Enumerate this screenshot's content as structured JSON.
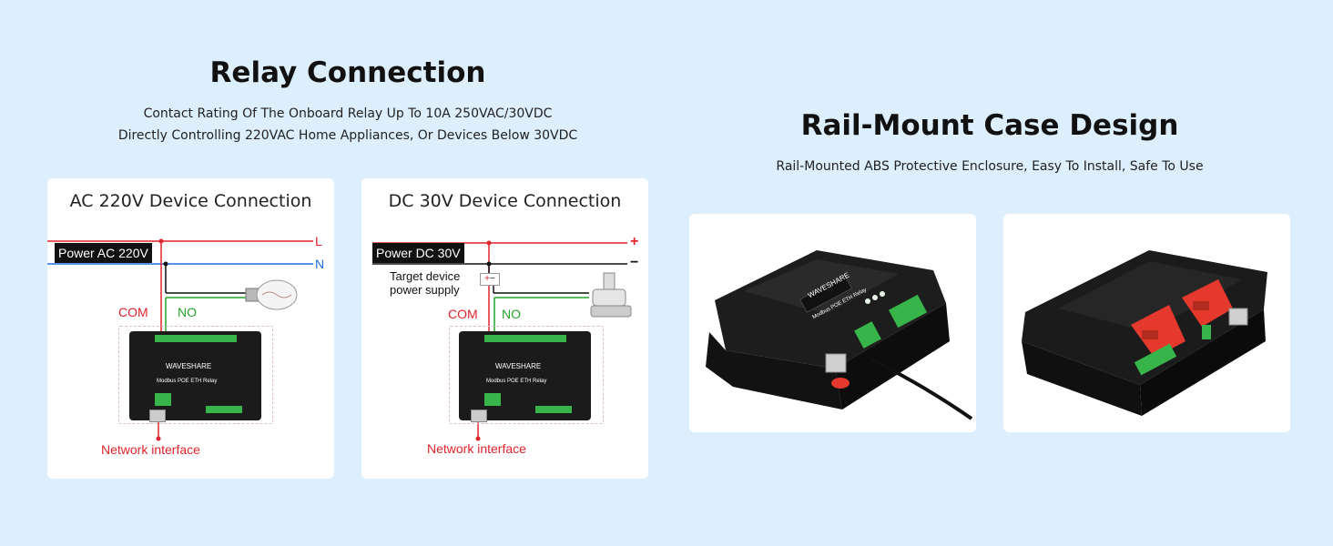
{
  "left": {
    "title": "Relay Connection",
    "subtitle_line1": "Contact Rating Of The Onboard Relay Up To 10A 250VAC/30VDC",
    "subtitle_line2": "Directly Controlling 220VAC Home Appliances, Or Devices Below 30VDC",
    "ac_card": {
      "title": "AC 220V Device Connection",
      "power_label": "Power AC 220V",
      "line_L": "L",
      "line_N": "N",
      "com": "COM",
      "no": "NO",
      "network": "Network interface",
      "device_brand": "WAVESHARE",
      "device_model": "Modbus POE ETH Relay"
    },
    "dc_card": {
      "title": "DC 30V Device Connection",
      "power_label": "Power DC 30V",
      "plus": "+",
      "minus": "−",
      "target_line1": "Target device",
      "target_line2": "power supply",
      "com": "COM",
      "no": "NO",
      "network": "Network interface",
      "device_brand": "WAVESHARE",
      "device_model": "Modbus POE ETH Relay"
    }
  },
  "right": {
    "title": "Rail-Mount Case Design",
    "subtitle": "Rail-Mounted ABS Protective Enclosure, Easy To Install, Safe To Use",
    "photo1_brand": "WAVESHARE",
    "photo1_model": "Modbus POE ETH Relay"
  },
  "colors": {
    "background": "#ddeefc",
    "live_wire": "#e0242b",
    "neutral_wire": "#1f6fe0",
    "no_wire": "#25a32b",
    "terminal_green": "#38b54a",
    "clip_red": "#e4392c"
  }
}
